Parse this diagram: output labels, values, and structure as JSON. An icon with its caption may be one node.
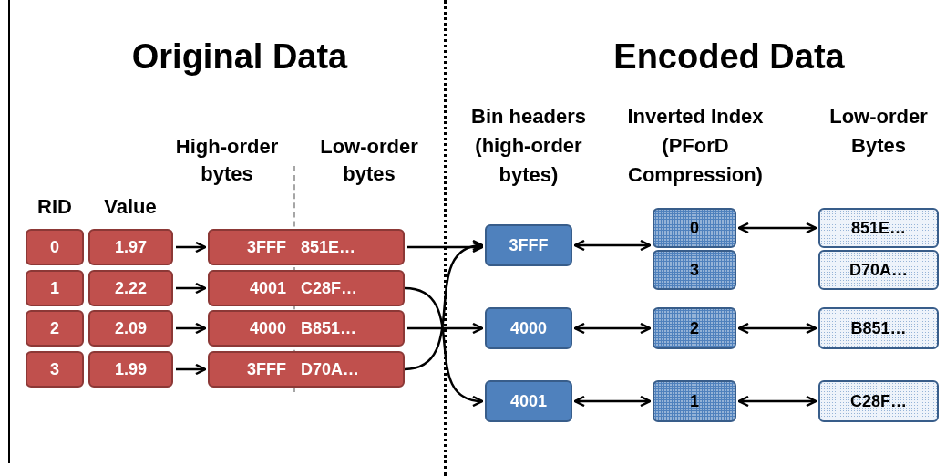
{
  "diagram": {
    "nodes": [
      {
        "text": [
          "0"
        ]
      },
      {
        "text": [
          "1.97"
        ]
      },
      {
        "text": [
          "3FFF",
          "851E…"
        ]
      },
      {
        "text": [
          "1"
        ]
      },
      {
        "text": [
          "2.22"
        ]
      },
      {
        "text": [
          "4001",
          "C28F…"
        ]
      },
      {
        "text": [
          "2"
        ]
      },
      {
        "text": [
          "2.09"
        ]
      },
      {
        "text": [
          "4000",
          "B851…"
        ]
      },
      {
        "text": [
          "3"
        ]
      },
      {
        "text": [
          "1.99"
        ]
      },
      {
        "text": [
          "3FFF",
          "D70A…"
        ]
      },
      {
        "text": [
          "3FFF"
        ]
      },
      {
        "text": [
          "4000"
        ]
      },
      {
        "text": [
          "4001"
        ]
      },
      {
        "text": [
          "0"
        ]
      },
      {
        "text": [
          "3"
        ]
      },
      {
        "text": [
          "2"
        ]
      },
      {
        "text": [
          "1"
        ]
      },
      {
        "text": [
          "851E…"
        ]
      },
      {
        "text": [
          "D70A…"
        ]
      },
      {
        "text": [
          "B851…"
        ]
      },
      {
        "text": [
          "C28F…"
        ]
      }
    ],
    "edges": [
      {
        "from": 1,
        "to": 2,
        "arrow": "to"
      },
      {
        "from": 4,
        "to": 5,
        "arrow": "to"
      },
      {
        "from": 7,
        "to": 8,
        "arrow": "to"
      },
      {
        "from": 10,
        "to": 11,
        "arrow": "to"
      },
      {
        "from": 2,
        "to": 12,
        "arrow": "to"
      },
      {
        "from": 5,
        "to": 14,
        "arrow": "to"
      },
      {
        "from": 8,
        "to": 13,
        "arrow": "to"
      },
      {
        "from": 11,
        "to": 12,
        "arrow": "to"
      },
      {
        "from": 12,
        "to": 15,
        "arrow": "both"
      },
      {
        "from": 13,
        "to": 17,
        "arrow": "both"
      },
      {
        "from": 14,
        "to": 18,
        "arrow": "both"
      },
      {
        "from": 15,
        "to": 19,
        "arrow": "both"
      },
      {
        "from": 17,
        "to": 21,
        "arrow": "both"
      },
      {
        "from": 18,
        "to": 22,
        "arrow": "both"
      }
    ],
    "labels": [
      "Original Data",
      "Encoded Data",
      "High-order bytes",
      "Low-order bytes",
      "RID",
      "Value",
      "Bin headers (high-order bytes)",
      "Inverted Index (PForD Compression)",
      "Low-order Bytes"
    ]
  }
}
